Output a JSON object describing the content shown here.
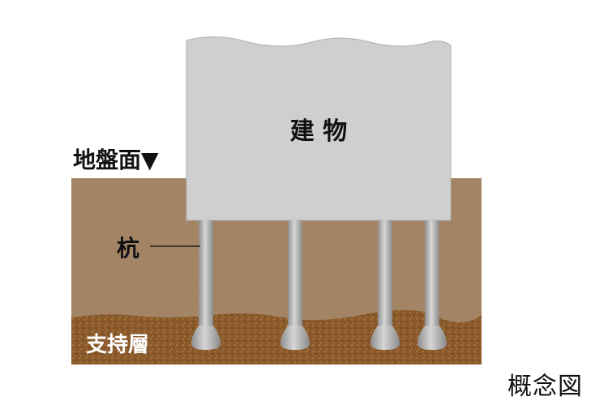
{
  "labels": {
    "building": "建 物",
    "ground_surface": "地盤面▼",
    "pile": "杭",
    "bearing_layer": "支持層",
    "figure_caption": "概念図"
  },
  "colors": {
    "soil": "#a38566",
    "bearing_layer": "#8b5a2b",
    "building": "#cfcfcf",
    "pile": "#a9a9a9",
    "text_dark": "#111111",
    "text_light": "#ffffff"
  }
}
